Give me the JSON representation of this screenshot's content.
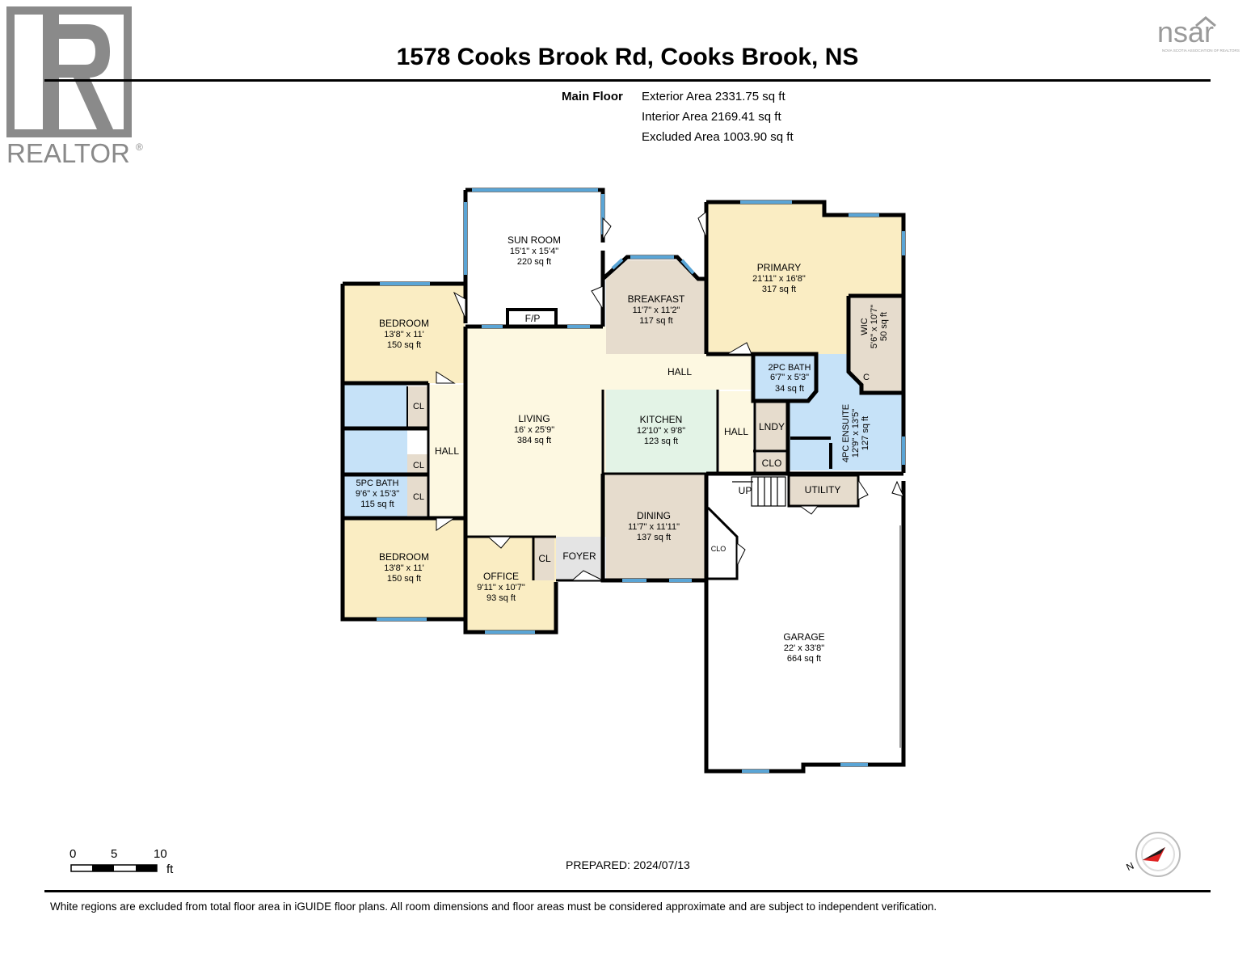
{
  "header": {
    "title": "1578 Cooks Brook Rd, Cooks Brook, NS",
    "realtor_logo_text": "REALTOR",
    "nsar_logo_text": "nsar",
    "nsar_logo_subtext": "NOVA SCOTIA ASSOCIATION OF REALTORS"
  },
  "areas": {
    "floor_label": "Main Floor",
    "rows": [
      "Exterior Area 2331.75 sq ft",
      "Interior Area 2169.41 sq ft",
      "Excluded Area 1003.90 sq ft"
    ]
  },
  "rooms": {
    "sunroom": {
      "name": "SUN ROOM",
      "dims": "15'1\" x 15'4\"",
      "area": "220 sq ft"
    },
    "fp": {
      "name": "F/P"
    },
    "bedroom1": {
      "name": "BEDROOM",
      "dims": "13'8\" x 11'",
      "area": "150 sq ft"
    },
    "breakfast": {
      "name": "BREAKFAST",
      "dims": "11'7\" x 11'2\"",
      "area": "117 sq ft"
    },
    "primary": {
      "name": "PRIMARY",
      "dims": "21'11\" x 16'8\"",
      "area": "317 sq ft"
    },
    "wic": {
      "name": "WIC",
      "dims": "5'6\" x 10'7\"",
      "area": "50 sq ft"
    },
    "hall_top": {
      "name": "HALL"
    },
    "bath2pc": {
      "name": "2PC BATH",
      "dims": "6'7\" x 5'3\"",
      "area": "34 sq ft"
    },
    "c": {
      "name": "C"
    },
    "living": {
      "name": "LIVING",
      "dims": "16' x 25'9\"",
      "area": "384 sq ft"
    },
    "kitchen": {
      "name": "KITCHEN",
      "dims": "12'10\" x 9'8\"",
      "area": "123 sq ft"
    },
    "hall_right": {
      "name": "HALL"
    },
    "lndy": {
      "name": "LNDY"
    },
    "ensuite": {
      "name": "4PC ENSUITE",
      "dims": "12'9\" x 13'5\"",
      "area": "127 sq ft"
    },
    "clo_small": {
      "name": "CLO"
    },
    "up": {
      "name": "UP"
    },
    "utility": {
      "name": "UTILITY"
    },
    "cl1": {
      "name": "CL"
    },
    "cl2": {
      "name": "CL"
    },
    "cl3": {
      "name": "CL"
    },
    "hall_left": {
      "name": "HALL"
    },
    "bath5pc": {
      "name": "5PC BATH",
      "dims": "9'6\" x 15'3\"",
      "area": "115 sq ft"
    },
    "dining": {
      "name": "DINING",
      "dims": "11'7\" x 11'11\"",
      "area": "137 sq ft"
    },
    "clo_garage": {
      "name": "CLO"
    },
    "bedroom2": {
      "name": "BEDROOM",
      "dims": "13'8\" x 11'",
      "area": "150 sq ft"
    },
    "office": {
      "name": "OFFICE",
      "dims": "9'11\" x 10'7\"",
      "area": "93 sq ft"
    },
    "cl_foyer": {
      "name": "CL"
    },
    "foyer": {
      "name": "FOYER"
    },
    "garage": {
      "name": "GARAGE",
      "dims": "22' x 33'8\"",
      "area": "664 sq ft"
    }
  },
  "colors": {
    "bedroom": "#faedc3",
    "living": "#fdf8e1",
    "breakfast": "#e6dccd",
    "bath": "#c6e2f8",
    "kitchen": "#e3f3e6",
    "closet": "#e6dccd",
    "hall": "#fdf8e1",
    "foyer": "#e4e4e4",
    "window": "#5aa5d6"
  },
  "scale": {
    "labels": [
      "0",
      "5",
      "10"
    ],
    "unit": "ft"
  },
  "footer": {
    "prepared": "PREPARED: 2024/07/13",
    "disclaimer": "White regions are excluded from total floor area in iGUIDE floor plans. All room dimensions and floor areas must be considered approximate and are subject to independent verification."
  },
  "compass": {
    "letter": "N"
  }
}
